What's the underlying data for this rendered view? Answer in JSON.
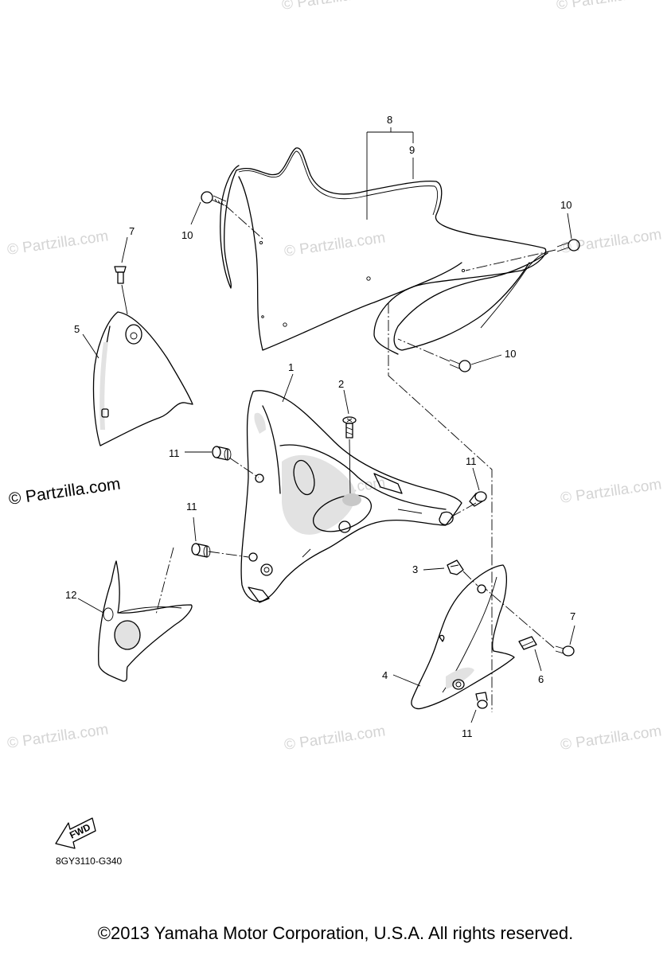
{
  "watermark": "© Partzilla.com",
  "watermark_prominent": "© Partzilla.com",
  "callouts": {
    "p1": "1",
    "p2": "2",
    "p3": "3",
    "p4": "4",
    "p5": "5",
    "p6": "6",
    "p7a": "7",
    "p7b": "7",
    "p8": "8",
    "p9": "9",
    "p10a": "10",
    "p10b": "10",
    "p10c": "10",
    "p11a": "11",
    "p11b": "11",
    "p11c": "11",
    "p11d": "11",
    "p12": "12"
  },
  "fwd_label": "FWD",
  "diagram_code": "8GY3110-G340",
  "copyright": "©2013 Yamaha Motor Corporation, U.S.A. All rights reserved."
}
